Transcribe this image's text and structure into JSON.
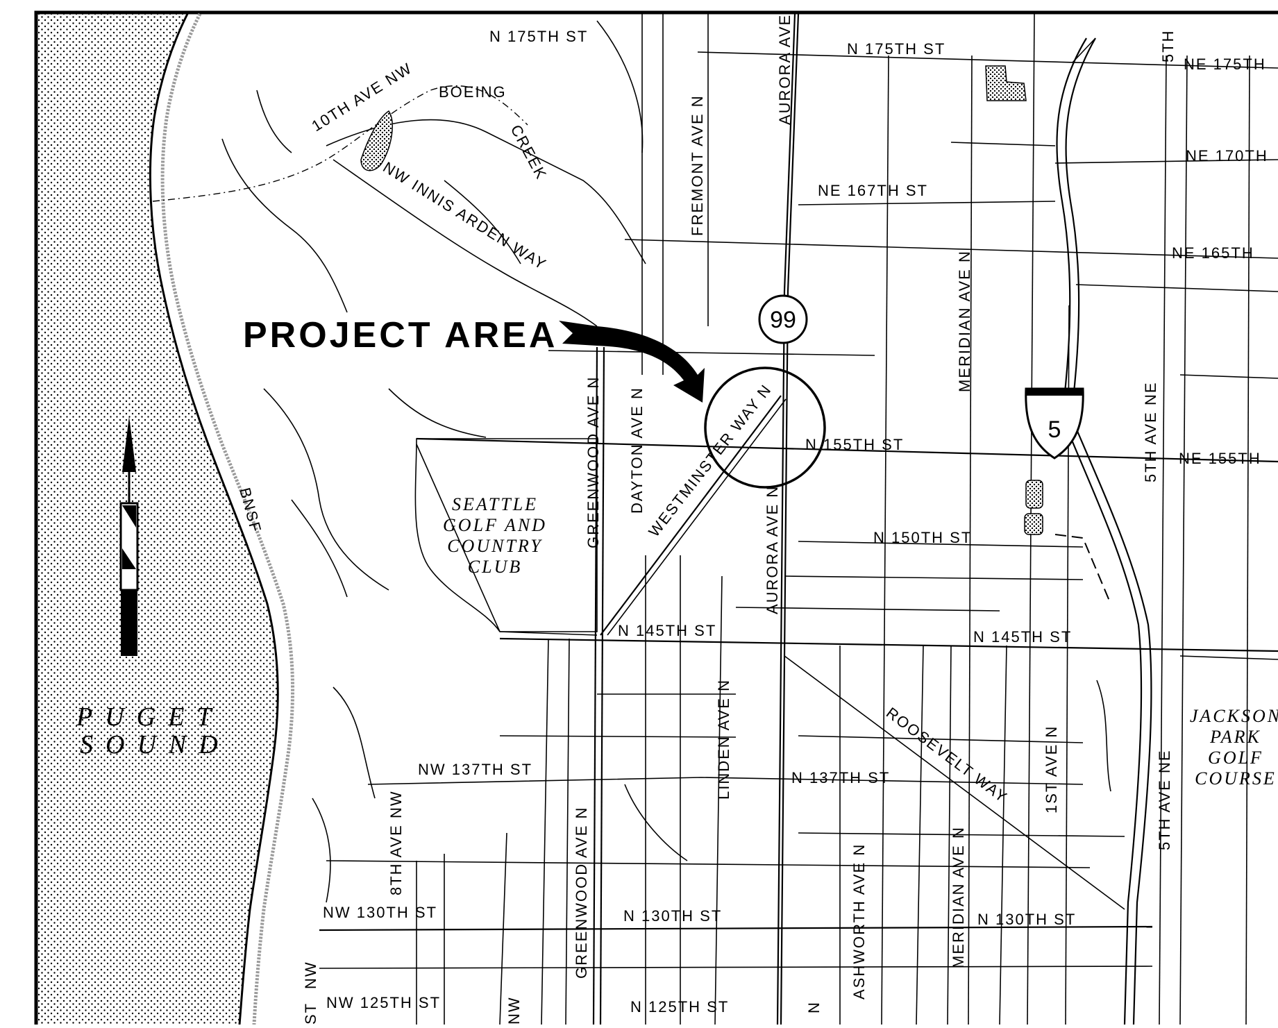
{
  "callout": {
    "text": "PROJECT AREA"
  },
  "routes": {
    "hwy99": "99",
    "i5": "5"
  },
  "water": {
    "line1": "PUGET",
    "line2": "SOUND"
  },
  "railroad": "BNSF",
  "areas": {
    "golf_club": [
      "SEATTLE",
      "GOLF AND",
      "COUNTRY",
      "CLUB"
    ],
    "jackson_park": [
      "JACKSON",
      "PARK",
      "GOLF",
      "COURSE"
    ]
  },
  "streets": {
    "n175_left": "N   175TH   ST",
    "n175_mid": "N   175TH   ST",
    "ne175": "NE   175TH",
    "ne170": "NE   170TH",
    "ne167": "NE   167TH   ST",
    "ne165": "NE   165TH",
    "n155": "N   155TH   ST",
    "ne155": "NE   155TH",
    "n150": "N   150TH   ST",
    "n145_left": "N   145TH   ST",
    "n145_right": "N   145TH   ST",
    "nw137": "NW   137TH   ST",
    "n137": "N   137TH   ST",
    "nw130": "NW   130TH   ST",
    "n130_mid": "N   130TH   ST",
    "n130_right": "N   130TH   ST",
    "nw125": "NW   125TH   ST",
    "n125": "N   125TH   ST",
    "tenth_nw": "10TH   AVE   NW",
    "boeing": "BOEING",
    "creek": "CREEK",
    "innis": "NW   INNIS   ARDEN   WAY",
    "aurora_top": "AURORA   AVE",
    "fremont": "FREMONT   AVE   N",
    "meridian_top": "MERIDIAN   AVE   N",
    "greenwood_top": "GREENWOOD   AVE   N",
    "dayton": "DAYTON   AVE   N",
    "westminster": "WESTMINSTER   WAY   N",
    "aurora_mid": "AURORA   AVE   N",
    "linden": "LINDEN   AVE   N",
    "roosevelt": "ROOSEVELT   WAY",
    "first_ave": "1ST   AVE   N",
    "fifth_ne_top": "5TH   AVE   NE",
    "fifth_ne_mid": "5TH   AVE   NE",
    "fifth_top": "5TH",
    "eighth_nw": "8TH   AVE   NW",
    "greenwood_bot": "GREENWOOD   AVE   N",
    "ashworth": "ASHWORTH   AVE   N",
    "meridian_bot": "MERIDIAN   AVE   N",
    "nw_short": "NW",
    "st_short": "ST",
    "nw_short2": "NW",
    "n_short": "N"
  },
  "colors": {
    "ink": "#000000",
    "rail": "#9a9a9a",
    "background": "#ffffff"
  }
}
